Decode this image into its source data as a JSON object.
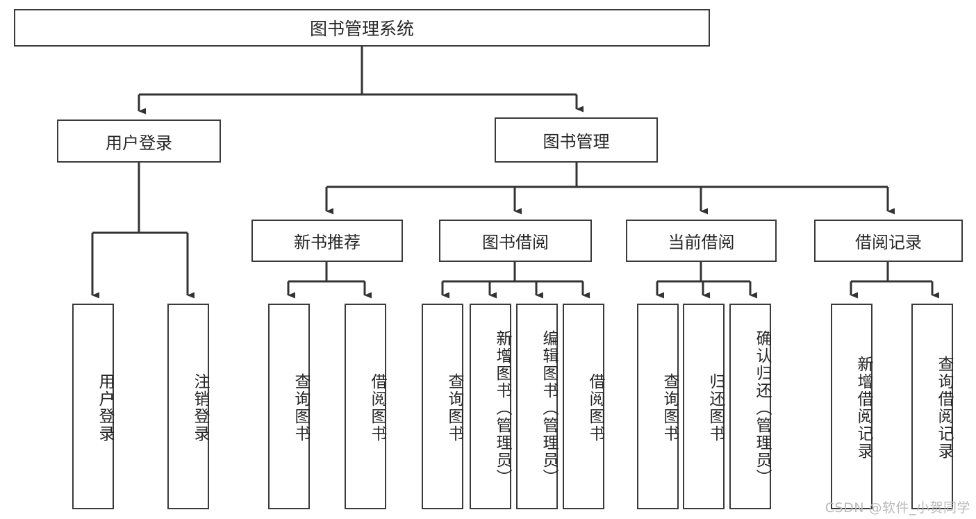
{
  "diagram": {
    "type": "tree",
    "title": "图书管理系统",
    "watermark": "CSDN @软件_小贺同学",
    "nodes": {
      "root": {
        "label": "图书管理系统"
      },
      "level2": [
        {
          "id": "user-login",
          "label": "用户登录"
        },
        {
          "id": "book-management",
          "label": "图书管理"
        }
      ],
      "level3": [
        {
          "id": "new-book-recommend",
          "label": "新书推荐"
        },
        {
          "id": "book-borrow",
          "label": "图书借阅"
        },
        {
          "id": "current-borrow",
          "label": "当前借阅"
        },
        {
          "id": "borrow-record",
          "label": "借阅记录"
        }
      ],
      "leaves": {
        "user_login": [
          {
            "id": "leaf-user-login",
            "label": "用户登录"
          },
          {
            "id": "leaf-logout-login",
            "label": "注销登录"
          }
        ],
        "new_book_recommend": [
          {
            "id": "leaf-query-book-1",
            "label": "查询图书"
          },
          {
            "id": "leaf-borrow-book-1",
            "label": "借阅图书"
          }
        ],
        "book_borrow": [
          {
            "id": "leaf-query-book-2",
            "label": "查询图书"
          },
          {
            "id": "leaf-add-book",
            "label": "新增图书（管理员）"
          },
          {
            "id": "leaf-edit-book",
            "label": "编辑图书（管理员）"
          },
          {
            "id": "leaf-borrow-book-2",
            "label": "借阅图书"
          }
        ],
        "current_borrow": [
          {
            "id": "leaf-query-book-3",
            "label": "查询图书"
          },
          {
            "id": "leaf-return-book",
            "label": "归还图书"
          },
          {
            "id": "leaf-confirm-return",
            "label": "确认归还（管理员）"
          }
        ],
        "borrow_record": [
          {
            "id": "leaf-add-borrow-record",
            "label": "新增借阅记录"
          },
          {
            "id": "leaf-query-borrow-record",
            "label": "查询借阅记录"
          }
        ]
      }
    },
    "colors": {
      "stroke": "#3a3a3a",
      "text": "#262626",
      "background": "#ffffff",
      "watermark": "#b9b9b9"
    }
  }
}
